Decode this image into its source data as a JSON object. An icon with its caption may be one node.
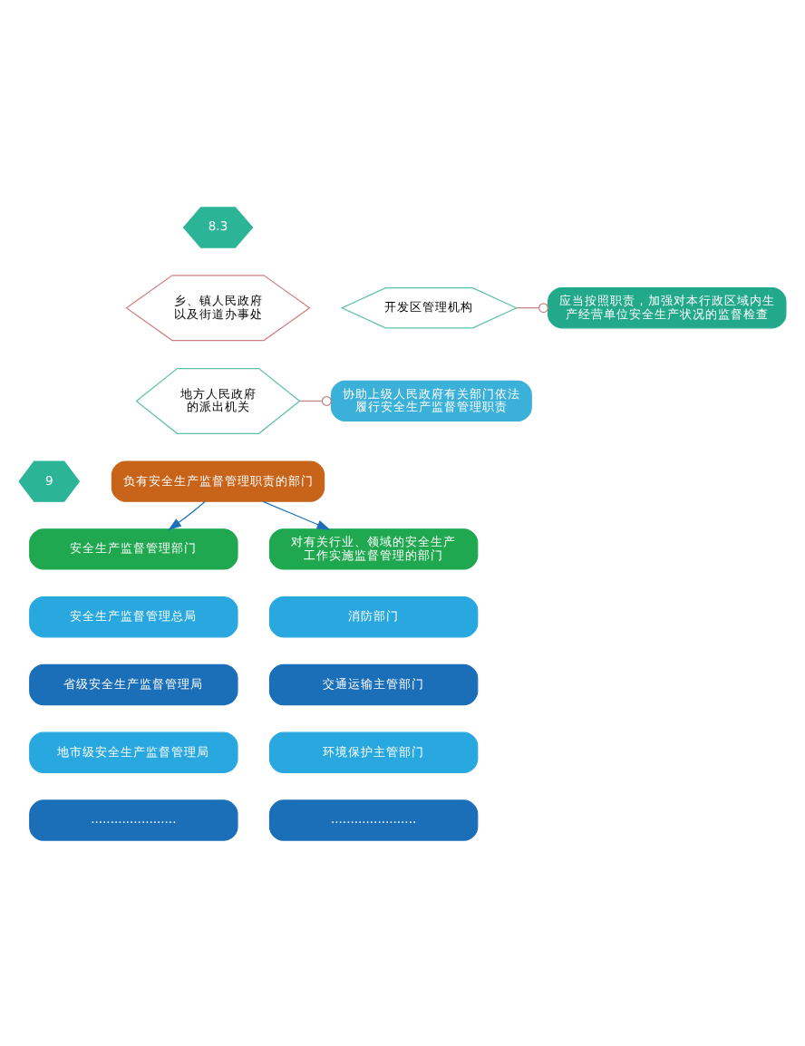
{
  "diagram": {
    "nodes": [
      {
        "text": [
          "8.3"
        ]
      },
      {
        "text": [
          "乡、镇人民政府以及街道办事处"
        ]
      },
      {
        "text": [
          "开发区管理机构"
        ]
      },
      {
        "text": [
          "地方人民政府的派出机关"
        ]
      },
      {
        "text": [
          "应当按照职责，加强对本行政区域内生产经营单位安全生产状况的监督检查"
        ]
      },
      {
        "text": [
          "协助上级人民政府有关部门依法履行安全生产监督管理职责"
        ]
      },
      {
        "text": [
          "9"
        ]
      },
      {
        "text": [
          "负有安全生产监督管理职责的部门"
        ]
      },
      {
        "text": [
          "安全生产监督管理部门"
        ]
      },
      {
        "text": [
          "对有关行业、领域的安全生产工作实施监督管理的部门"
        ]
      },
      {
        "text": [
          "安全生产监督管理总局"
        ]
      },
      {
        "text": [
          "省级安全生产监督管理局"
        ]
      },
      {
        "text": [
          "地市级安全生产监督管理局"
        ]
      },
      {
        "text": [
          "......................"
        ]
      },
      {
        "text": [
          "消防部门"
        ]
      },
      {
        "text": [
          "交通运输主管部门"
        ]
      },
      {
        "text": [
          "环境保护主管部门"
        ]
      },
      {
        "text": [
          "......................"
        ]
      }
    ],
    "edges": [
      {
        "from": 2,
        "to": 4,
        "arrow": "other",
        "color": "#c08080"
      },
      {
        "from": 3,
        "to": 5,
        "arrow": "other",
        "color": "#c08080"
      },
      {
        "from": 7,
        "to": 8,
        "arrow": "to",
        "color": "#1b6fb8"
      },
      {
        "from": 7,
        "to": 9,
        "arrow": "to",
        "color": "#1b6fb8"
      }
    ]
  }
}
